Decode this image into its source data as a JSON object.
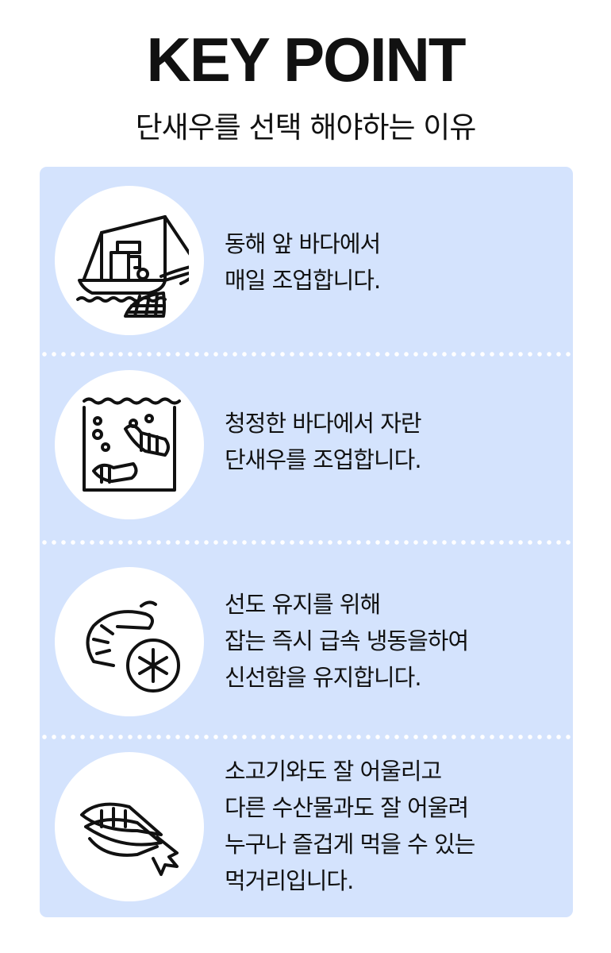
{
  "header": {
    "title": "KEY POINT",
    "subtitle": "단새우를 선택 해야하는 이유"
  },
  "points": [
    {
      "icon": "fishing-boat-icon",
      "lines": [
        "동해 앞 바다에서",
        "매일 조업합니다."
      ]
    },
    {
      "icon": "shrimp-in-water-icon",
      "lines": [
        "청정한 바다에서 자란",
        "단새우를 조업합니다."
      ]
    },
    {
      "icon": "frozen-shrimp-icon",
      "lines": [
        "선도 유지를 위해",
        "잡는 즉시 급속 냉동을하여",
        "신선함을 유지합니다."
      ]
    },
    {
      "icon": "shrimp-sushi-icon",
      "lines": [
        "소고기와도 잘 어울리고",
        "다른 수산물과도 잘 어울려",
        "누구나 즐겁게 먹을 수 있는",
        "먹거리입니다."
      ]
    }
  ],
  "colors": {
    "panel": "#d4e3fd",
    "text": "#111111"
  }
}
